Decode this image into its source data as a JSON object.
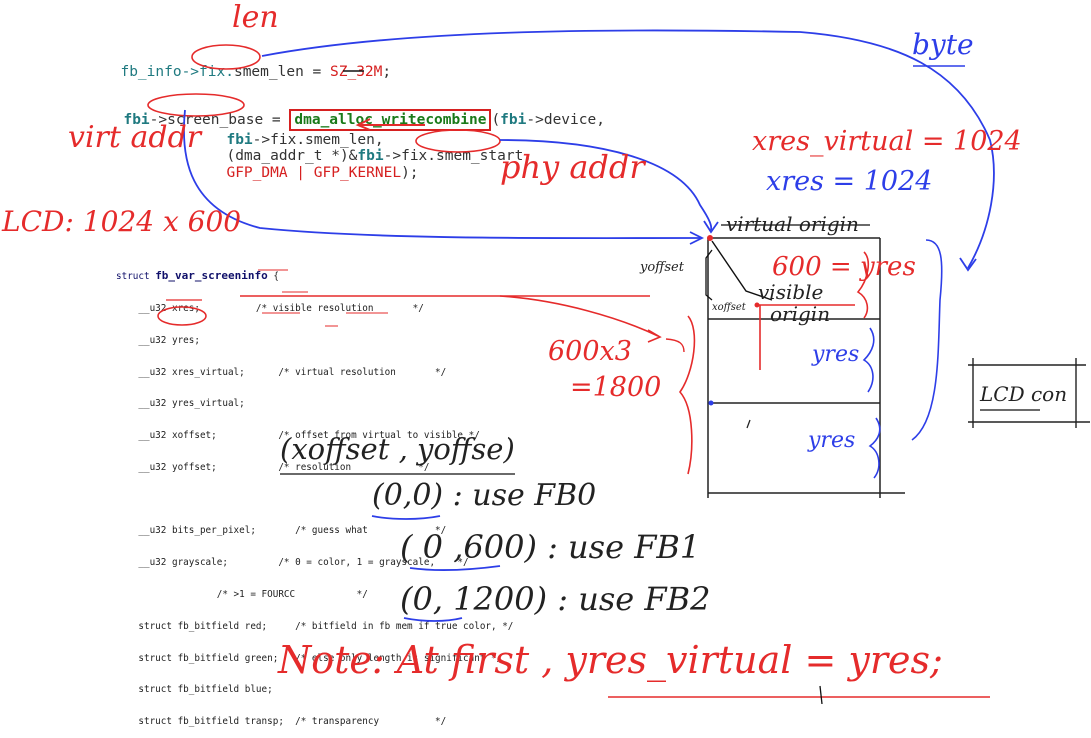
{
  "code_top": {
    "line1": {
      "prefix": "fb_info->fix.",
      "field": "smem_len",
      "eq": " = ",
      "value": "SZ_32M",
      ";": ";"
    },
    "line2": {
      "a": "fbi",
      "b": "->",
      "c": "screen_base",
      "d": " = ",
      "func": "dma_alloc_writecombine",
      "e": "(",
      "f": "fbi",
      "g": "->device,"
    },
    "line3": {
      "a": "fbi",
      "b": "->fix.smem_len,"
    },
    "line4": {
      "a": "(dma_addr_t *)&",
      "b": "fbi",
      "c": "->fix.",
      "d": "smem_start,"
    },
    "line5": {
      "a": "GFP_DMA | GFP_KERNEL",
      "b": ");"
    }
  },
  "struct": {
    "head": "struct ",
    "name": "fb_var_screeninfo",
    "brace": " {",
    "lines": [
      "    __u32 xres;          /* visible resolution       */",
      "    __u32 yres;",
      "    __u32 xres_virtual;      /* virtual resolution       */",
      "    __u32 yres_virtual;",
      "    __u32 xoffset;           /* offset from virtual to visible */",
      "    __u32 yoffset;           /* resolution            */",
      "",
      "    __u32 bits_per_pixel;       /* guess what            */",
      "    __u32 grayscale;         /* 0 = color, 1 = grayscale,    */",
      "                  /* >1 = FOURCC           */",
      "    struct fb_bitfield red;     /* bitfield in fb mem if true color, */",
      "    struct fb_bitfield green;   /* else only length is significant */",
      "    struct fb_bitfield blue;",
      "    struct fb_bitfield transp;  /* transparency          */"
    ]
  },
  "notes": {
    "len": "len",
    "byte": "byte",
    "virt_addr": "virt addr",
    "phy_addr": "phy addr",
    "lcd": "LCD: 1024 x 600",
    "xres_virtual": "xres_virtual = 1024",
    "xres": "xres = 1024",
    "virtual_origin": "virtual origin",
    "yres_600": "600 = yres",
    "visible_origin_1": "visible",
    "visible_origin_2": "origin",
    "yoffset": "yoffset",
    "xoffset": "xoffset",
    "yres_2": "yres",
    "yres_3": "yres",
    "total_1": "600x3",
    "total_2": "=1800",
    "lcd_con": "LCD con",
    "pair": "(xoffset , yoffse)",
    "use0": "(0,0) : use FB0",
    "use1": "( 0 ,600) : use FB1",
    "use2": "(0, 1200) : use FB2",
    "note": "Note: At first , yres_virtual = yres;"
  }
}
